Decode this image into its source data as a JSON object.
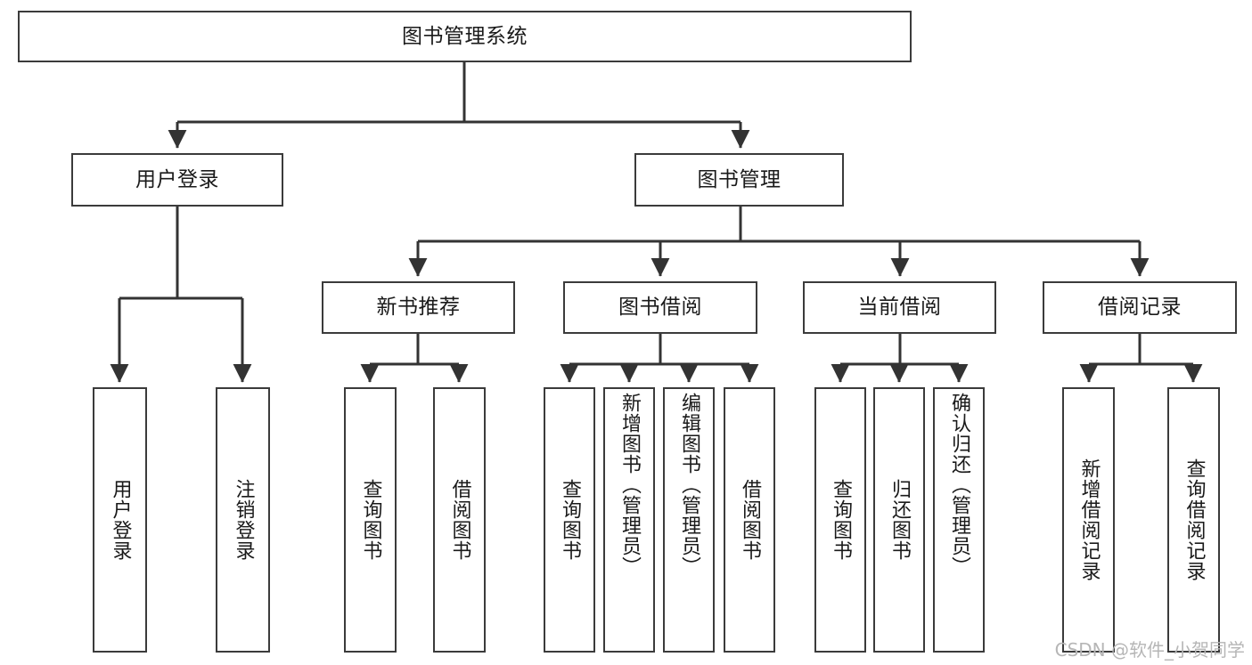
{
  "diagram": {
    "title": "图书管理系统",
    "type": "tree-hierarchy-diagram",
    "colors": {
      "box_border": "#3b3b3b",
      "box_fill": "#ffffff",
      "connector": "#333333",
      "text": "#1a1a1a",
      "watermark": "#b6b6b6",
      "background": "#ffffff"
    },
    "root": {
      "label": "图书管理系统"
    },
    "level2": [
      {
        "label": "用户登录"
      },
      {
        "label": "图书管理"
      }
    ],
    "level3": [
      {
        "label": "新书推荐"
      },
      {
        "label": "图书借阅"
      },
      {
        "label": "当前借阅"
      },
      {
        "label": "借阅记录"
      }
    ],
    "leaves": {
      "user_login": [
        {
          "label": "用户登录"
        },
        {
          "label": "注销登录"
        }
      ],
      "new_book_recommend": [
        {
          "label": "查询图书"
        },
        {
          "label": "借阅图书"
        }
      ],
      "book_borrow": [
        {
          "label": "查询图书"
        },
        {
          "label": "新增图书（管理员）"
        },
        {
          "label": "编辑图书（管理员）"
        },
        {
          "label": "借阅图书"
        }
      ],
      "current_borrow": [
        {
          "label": "查询图书"
        },
        {
          "label": "归还图书"
        },
        {
          "label": "确认归还（管理员）"
        }
      ],
      "borrow_record": [
        {
          "label": "新增借阅记录"
        },
        {
          "label": "查询借阅记录"
        }
      ]
    },
    "watermark": "CSDN @软件_小贺同学"
  }
}
